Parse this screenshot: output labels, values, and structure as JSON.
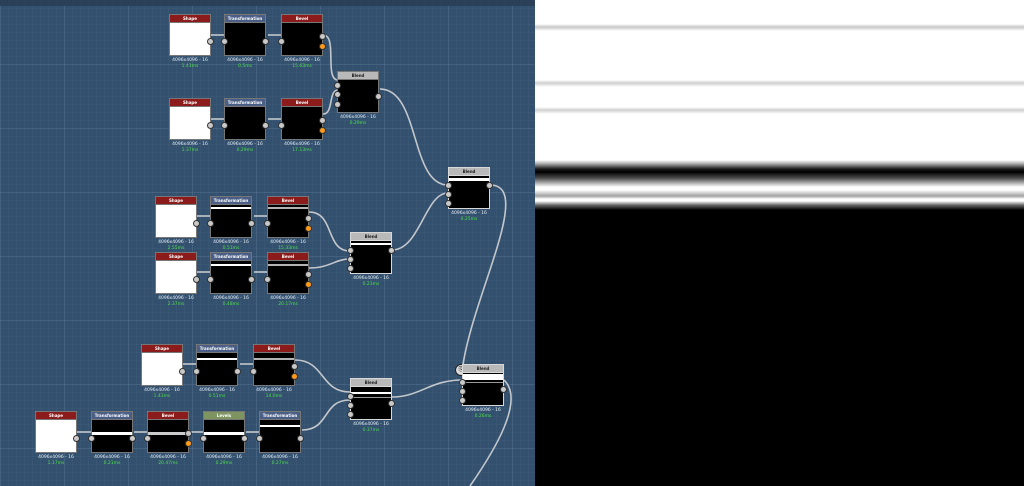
{
  "labels": {
    "shape": "Shape",
    "transformation": "Transformation 2D",
    "bevel": "Bevel",
    "blend": "Blend",
    "levels": "Levels",
    "resolution": "4096x4096 - 16"
  },
  "times": {
    "t1": "1.43ms",
    "t2": "0.5ms",
    "t3": "15.63ms",
    "t4": "1.37ms",
    "t5": "0.29ms",
    "t6": "17.13ms",
    "t7": "0.29ms",
    "t8": "0.25ms",
    "t9": "2.55ms",
    "t10": "0.51ms",
    "t11": "15.33ms",
    "t12": "2.37ms",
    "t13": "0.48ms",
    "t14": "20.17ms",
    "t15": "0.23ms",
    "t16": "1.43ms",
    "t17": "0.51ms",
    "t18": "14.0ms",
    "t19": "0.37ms",
    "t20": "0.26ms",
    "t21": "1.17ms",
    "t22": "0.21ms",
    "t23": "20.47ms",
    "t24": "0.29ms",
    "t25": "0.27ms"
  },
  "colors": {
    "canvas": "#33506e",
    "header_red": "#8c1c1c",
    "header_blue": "#4b5f86",
    "header_gray": "#b9b9b9",
    "header_green": "#7f9561",
    "time_green": "#4be04b",
    "orange_port": "#ff9b1a"
  },
  "tools": {
    "icon_1": "copy-icon",
    "icon_2": "maximize-icon"
  }
}
